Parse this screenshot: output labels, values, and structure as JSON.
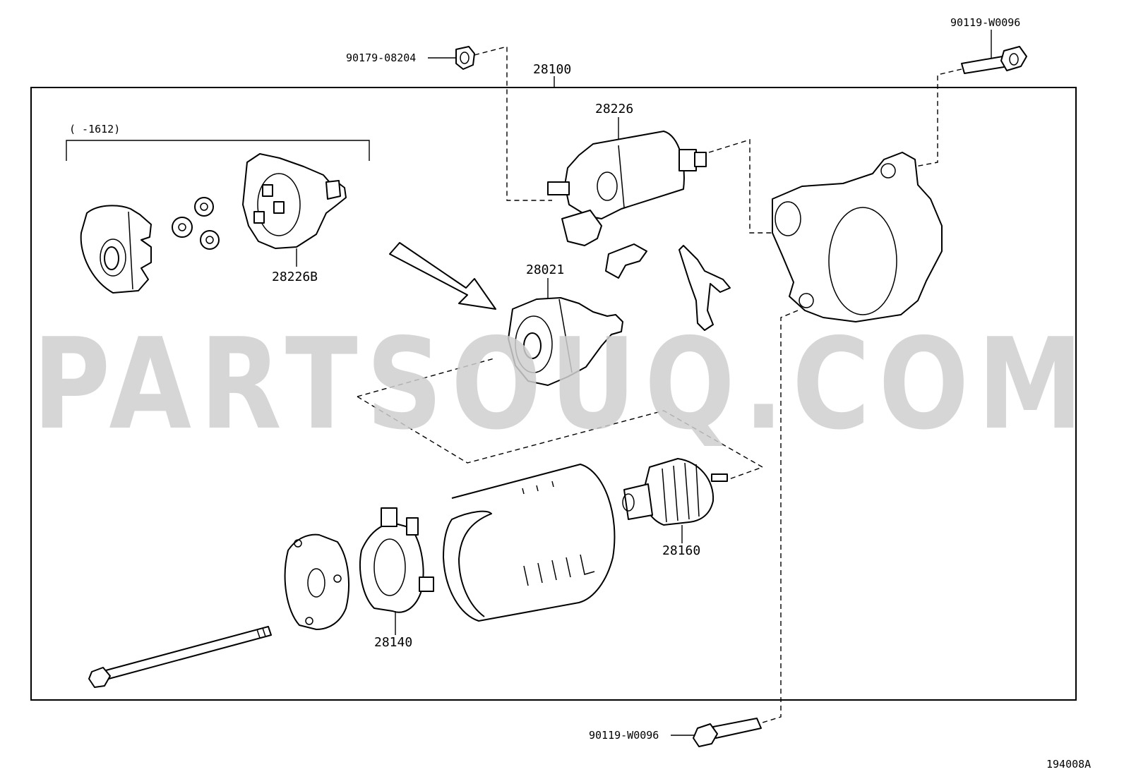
{
  "diagram": {
    "drawing_number": "194008A",
    "assembly": {
      "part_number": "28100"
    },
    "variant_group": {
      "label": "(     -1612)",
      "part_number": "28226B"
    },
    "callouts": {
      "nut_top": "90179-08204",
      "bolt_top_right": "90119-W0096",
      "bolt_bottom": "90119-W0096",
      "solenoid": "28226",
      "clutch": "28021",
      "brush_holder": "28140",
      "armature": "28160"
    },
    "watermark": {
      "text": "PARTSOUQ.COM",
      "color": "#cfcfcf"
    }
  }
}
